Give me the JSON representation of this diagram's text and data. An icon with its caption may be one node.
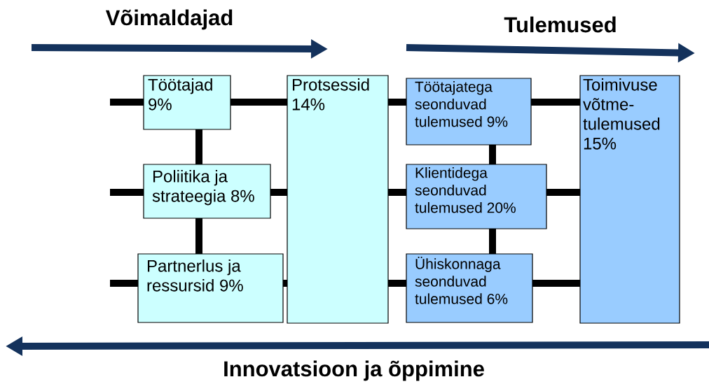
{
  "diagram": {
    "nodes": [
      {
        "text": [
          "Töötajad 9%"
        ]
      },
      {
        "text": [
          "Poliitika ja strateegia 8%"
        ]
      },
      {
        "text": [
          "Partnerlus ja ressursid 9%"
        ]
      },
      {
        "text": [
          "Protsessid 14%"
        ]
      },
      {
        "text": [
          "Töötajatega seonduvad tulemused 9%"
        ]
      },
      {
        "text": [
          "Klientidega seonduvad tulemused 20%"
        ]
      },
      {
        "text": [
          "Ühiskonnaga seonduvad tulemused 6%"
        ]
      },
      {
        "text": [
          "Toimivuse võtme-tulemused 15%"
        ]
      }
    ],
    "edges": [
      {
        "from": null,
        "to": 0,
        "arrow": "none"
      },
      {
        "from": null,
        "to": 1,
        "arrow": "none"
      },
      {
        "from": null,
        "to": 2,
        "arrow": "none"
      },
      {
        "from": 0,
        "to": 1,
        "arrow": "none"
      },
      {
        "from": 1,
        "to": 2,
        "arrow": "none"
      },
      {
        "from": 0,
        "to": 3,
        "arrow": "none"
      },
      {
        "from": 1,
        "to": 3,
        "arrow": "none"
      },
      {
        "from": 2,
        "to": 3,
        "arrow": "none"
      },
      {
        "from": 3,
        "to": 4,
        "arrow": "none"
      },
      {
        "from": 3,
        "to": 5,
        "arrow": "none"
      },
      {
        "from": 3,
        "to": 6,
        "arrow": "none"
      },
      {
        "from": 4,
        "to": 5,
        "arrow": "none"
      },
      {
        "from": 5,
        "to": 6,
        "arrow": "none"
      },
      {
        "from": 4,
        "to": 7,
        "arrow": "none"
      },
      {
        "from": 5,
        "to": 7,
        "arrow": "none"
      },
      {
        "from": 6,
        "to": 7,
        "arrow": "none"
      }
    ],
    "labels": [
      "Võimaldajad",
      "Tulemused",
      "Innovatsioon ja õppimine"
    ]
  }
}
